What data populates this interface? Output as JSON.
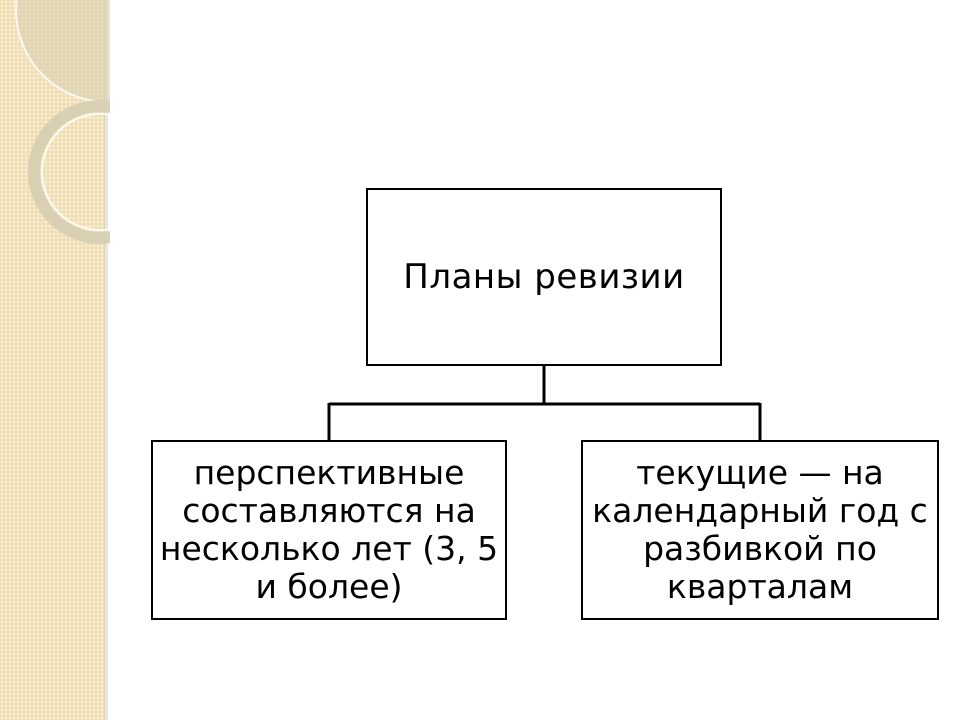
{
  "theme": {
    "band_color": "#f3e3bb",
    "line_color": "#000000"
  },
  "diagram": {
    "root": {
      "label": "Планы ревизии"
    },
    "children": [
      {
        "label": "перспективные составляются на несколько лет (3, 5 и более)"
      },
      {
        "label": "текущие — на календарный год с разбивкой по кварталам"
      }
    ]
  }
}
